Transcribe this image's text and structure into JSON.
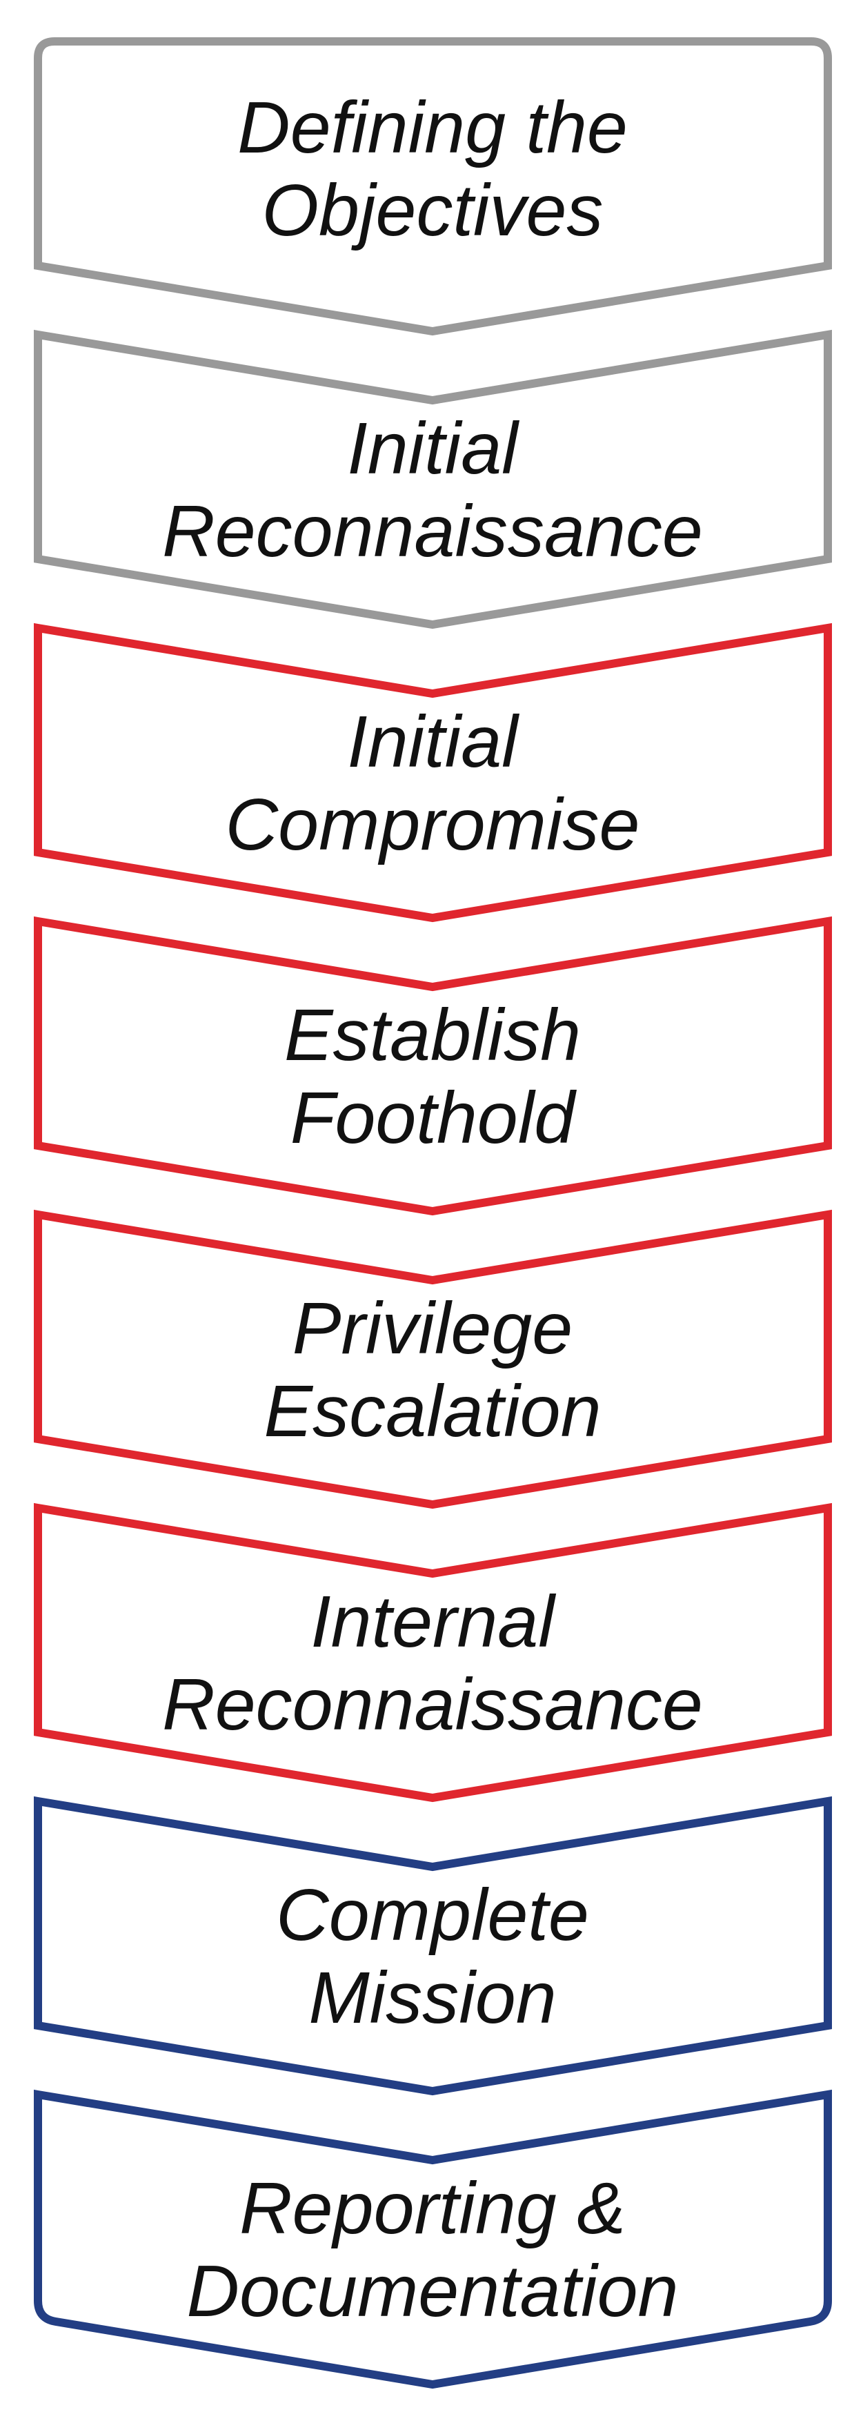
{
  "diagram": {
    "type": "chevron-process",
    "phase_colors": {
      "gray": "#999999",
      "red": "#E0262E",
      "blue": "#233E84"
    },
    "stages": [
      {
        "lines": [
          "Defining the",
          "Objectives"
        ],
        "color": "gray"
      },
      {
        "lines": [
          "Initial",
          "Reconnaissance"
        ],
        "color": "gray"
      },
      {
        "lines": [
          "Initial",
          "Compromise"
        ],
        "color": "red"
      },
      {
        "lines": [
          "Establish",
          "Foothold"
        ],
        "color": "red"
      },
      {
        "lines": [
          "Privilege",
          "Escalation"
        ],
        "color": "red"
      },
      {
        "lines": [
          "Internal",
          "Reconnaissance"
        ],
        "color": "red"
      },
      {
        "lines": [
          "Complete",
          "Mission"
        ],
        "color": "blue"
      },
      {
        "lines": [
          "Reporting &",
          "Documentation"
        ],
        "color": "blue"
      }
    ]
  }
}
